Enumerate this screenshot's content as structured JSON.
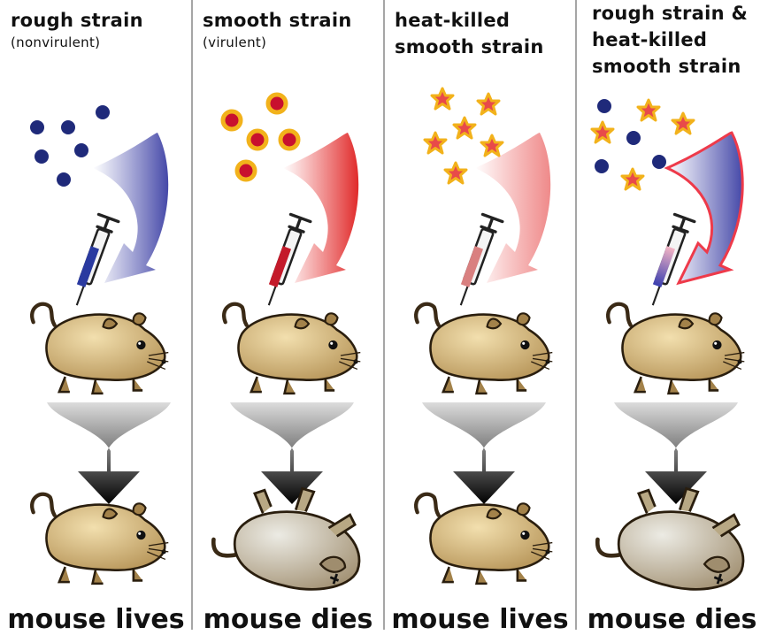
{
  "panels": [
    {
      "title_lines": [
        "rough strain"
      ],
      "subtitle": "(nonvirulent)",
      "outcome": "mouse lives"
    },
    {
      "title_lines": [
        "smooth strain"
      ],
      "subtitle": "(virulent)",
      "outcome": "mouse dies"
    },
    {
      "title_lines": [
        "heat-killed",
        "smooth strain"
      ],
      "subtitle": "",
      "outcome": "mouse lives"
    },
    {
      "title_lines": [
        "rough strain &",
        "heat-killed",
        "smooth strain"
      ],
      "subtitle": "",
      "outcome": "mouse dies"
    }
  ],
  "colors": {
    "rough_cell": "#1f2a7a",
    "smooth_cell_ring": "#f2b21b",
    "smooth_cell_core": "#c8102e",
    "heat_killed_star": "#e84a4a",
    "mouse_alive": "#c9a86a",
    "mouse_dead": "#b8b4a4",
    "divider": "#888888"
  }
}
